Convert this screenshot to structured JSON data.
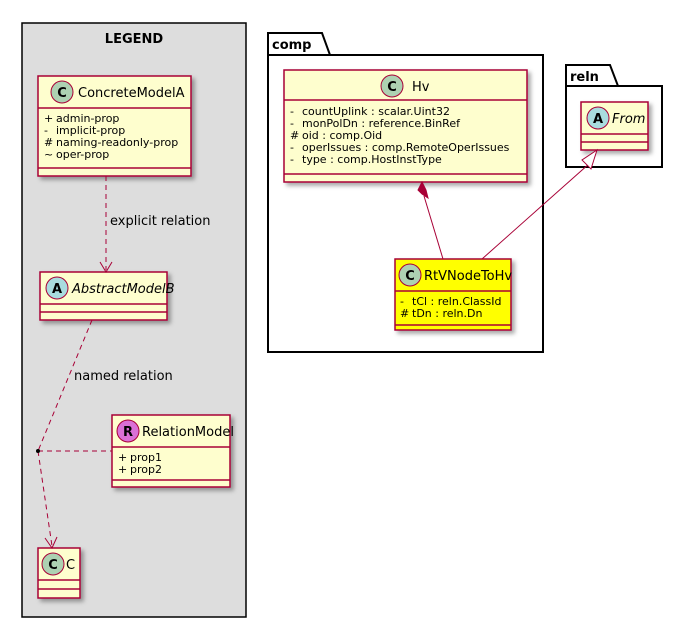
{
  "legend": {
    "title": "LEGEND",
    "concrete_model": {
      "stereotype": "C",
      "name": "ConcreteModelA",
      "attributes": [
        {
          "visibility": "+",
          "text": "admin-prop"
        },
        {
          "visibility": "-",
          "text": "implicit-prop"
        },
        {
          "visibility": "#",
          "text": "naming-readonly-prop"
        },
        {
          "visibility": "~",
          "text": "oper-prop"
        }
      ]
    },
    "abstract_model": {
      "stereotype": "A",
      "name": "AbstractModelB"
    },
    "relation_model": {
      "stereotype": "R",
      "name": "RelationModel",
      "attributes": [
        {
          "visibility": "+",
          "text": "prop1"
        },
        {
          "visibility": "+",
          "text": "prop2"
        }
      ]
    },
    "c_model": {
      "stereotype": "C",
      "name": "C"
    },
    "edges": {
      "explicit": "explicit relation",
      "named": "named relation"
    }
  },
  "comp": {
    "package_name": "comp",
    "hv": {
      "stereotype": "C",
      "name": "Hv",
      "attributes": [
        {
          "visibility": "-",
          "text": "countUplink : scalar.Uint32"
        },
        {
          "visibility": "-",
          "text": "monPolDn : reference.BinRef"
        },
        {
          "visibility": "#",
          "text": "oid : comp.Oid"
        },
        {
          "visibility": "-",
          "text": "operIssues : comp.RemoteOperIssues"
        },
        {
          "visibility": "-",
          "text": "type : comp.HostInstType"
        }
      ]
    },
    "rtvnode": {
      "stereotype": "C",
      "name": "RtVNodeToHv",
      "attributes": [
        {
          "visibility": "-",
          "text": "tCl : reln.ClassId"
        },
        {
          "visibility": "#",
          "text": "tDn : reln.Dn"
        }
      ]
    }
  },
  "reln": {
    "package_name": "reln",
    "from": {
      "stereotype": "A",
      "name": "From"
    }
  },
  "colors": {
    "class_fill": "#FEFECE",
    "class_border": "#A80036",
    "highlight_fill": "#FFFF00",
    "circle_class": "#ADD1B2",
    "circle_abstract": "#A9DCDF",
    "circle_relation": "#DA70D6",
    "legend_bg": "#DDDDDD"
  }
}
